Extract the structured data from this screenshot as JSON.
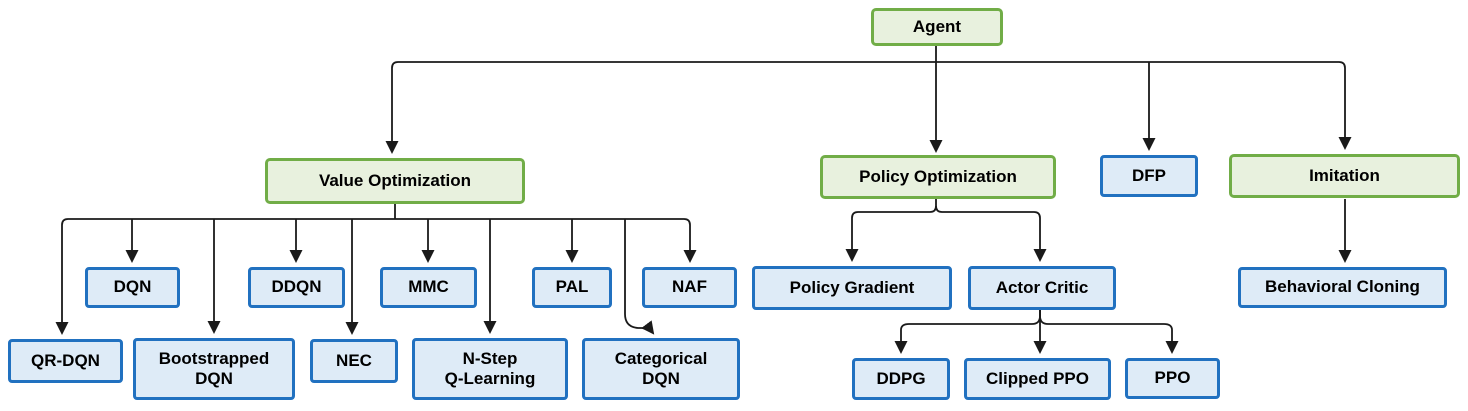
{
  "diagram": {
    "type": "tree",
    "nodes": {
      "agent": "Agent",
      "value_optimization": "Value Optimization",
      "policy_optimization": "Policy Optimization",
      "dfp": "DFP",
      "imitation": "Imitation",
      "dqn": "DQN",
      "ddqn": "DDQN",
      "mmc": "MMC",
      "pal": "PAL",
      "naf": "NAF",
      "qr_dqn": "QR-DQN",
      "bootstrapped_dqn": "Bootstrapped\nDQN",
      "nec": "NEC",
      "n_step_q_learning": "N-Step\nQ-Learning",
      "categorical_dqn": "Categorical\nDQN",
      "policy_gradient": "Policy Gradient",
      "actor_critic": "Actor Critic",
      "ddpg": "DDPG",
      "clipped_ppo": "Clipped PPO",
      "ppo": "PPO",
      "behavioral_cloning": "Behavioral Cloning"
    },
    "hierarchy": {
      "Agent": [
        "Value Optimization",
        "Policy Optimization",
        "DFP",
        "Imitation"
      ],
      "Value Optimization": [
        "QR-DQN",
        "DQN",
        "Bootstrapped DQN",
        "DDQN",
        "NEC",
        "MMC",
        "N-Step Q-Learning",
        "PAL",
        "Categorical DQN",
        "NAF"
      ],
      "Policy Optimization": [
        "Policy Gradient",
        "Actor Critic"
      ],
      "Actor Critic": [
        "DDPG",
        "Clipped PPO",
        "PPO"
      ],
      "Imitation": [
        "Behavioral Cloning"
      ]
    },
    "colors": {
      "category_border": "#71AD47",
      "category_fill": "#E8F1DE",
      "algorithm_border": "#2171C0",
      "algorithm_fill": "#DEEBF7",
      "connector": "#1A1A1A",
      "text": "#000000"
    }
  }
}
